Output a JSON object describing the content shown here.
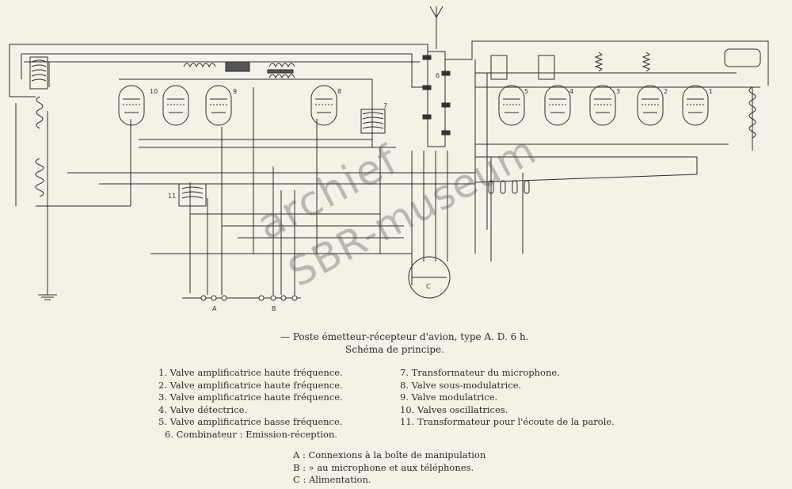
{
  "watermark": {
    "line1": "archief",
    "line2": "SBR-museum"
  },
  "caption": {
    "title": "— Poste émetteur-récepteur d'avion, type A. D. 6 h.",
    "subtitle": "Schéma de principe."
  },
  "legend": {
    "left": [
      "1. Valve amplificatrice haute fréquence.",
      "2. Valve amplificatrice haute fréquence.",
      "3. Valve amplificatrice haute fréquence.",
      "4. Valve détectrice.",
      "5. Valve amplificatrice basse fréquence.",
      "6. Combinateur : Emission-réception."
    ],
    "right": [
      "7. Transformateur du microphone.",
      "8. Valve sous-modulatrice.",
      "9. Valve modulatrice.",
      "10. Valves oscillatrices.",
      "11. Transformateur pour l'écoute de la parole."
    ],
    "connections": [
      "A : Connexions à la boîte de manipulation",
      "B : » au microphone et aux téléphones.",
      "C : Alimentation."
    ]
  },
  "diagram_labels": {
    "valve_10": "10",
    "valve_9": "9",
    "valve_8": "8",
    "transformer_7": "7",
    "combinator_6": "6",
    "valve_5": "5",
    "valve_4": "4",
    "valve_3": "3",
    "valve_2": "2",
    "valve_1": "1",
    "transformer_11": "11",
    "connector_a": "A",
    "connector_b": "B",
    "connector_c": "C"
  }
}
